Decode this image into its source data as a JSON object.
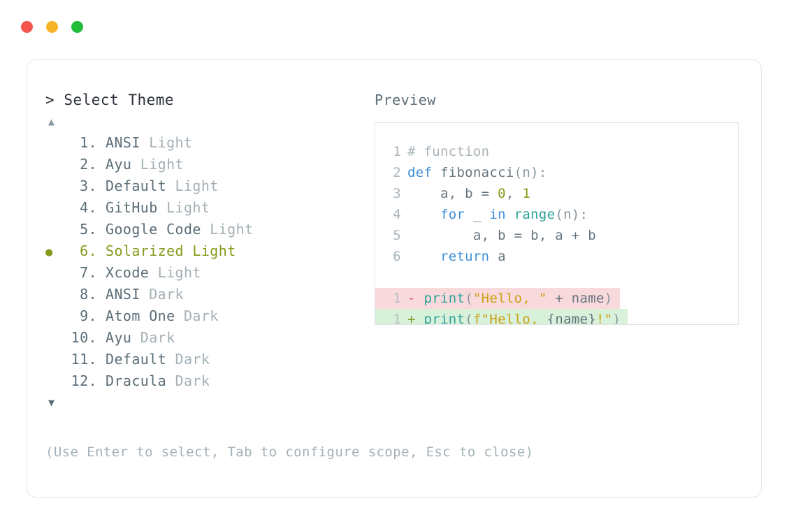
{
  "window": {
    "controls": [
      {
        "name": "close",
        "color": "#f4564f"
      },
      {
        "name": "minimize",
        "color": "#f5b426"
      },
      {
        "name": "maximize",
        "color": "#1fbd3a"
      }
    ]
  },
  "prompt": {
    "caret": ">",
    "title": "Select Theme"
  },
  "scroll": {
    "up_arrow": "▲",
    "down_arrow": "▼"
  },
  "theme_list": {
    "selected_index": 6,
    "selected_bullet": "●",
    "items": [
      {
        "index": "1.",
        "name": "ANSI",
        "variant": "Light",
        "selected": false
      },
      {
        "index": "2.",
        "name": "Ayu",
        "variant": "Light",
        "selected": false
      },
      {
        "index": "3.",
        "name": "Default",
        "variant": "Light",
        "selected": false
      },
      {
        "index": "4.",
        "name": "GitHub",
        "variant": "Light",
        "selected": false
      },
      {
        "index": "5.",
        "name": "Google Code",
        "variant": "Light",
        "selected": false
      },
      {
        "index": "6.",
        "name": "Solarized",
        "variant": "Light",
        "selected": true
      },
      {
        "index": "7.",
        "name": "Xcode",
        "variant": "Light",
        "selected": false
      },
      {
        "index": "8.",
        "name": "ANSI",
        "variant": "Dark",
        "selected": false
      },
      {
        "index": "9.",
        "name": "Atom One",
        "variant": "Dark",
        "selected": false
      },
      {
        "index": "10.",
        "name": "Ayu",
        "variant": "Dark",
        "selected": false
      },
      {
        "index": "11.",
        "name": "Default",
        "variant": "Dark",
        "selected": false
      },
      {
        "index": "12.",
        "name": "Dracula",
        "variant": "Dark",
        "selected": false
      }
    ]
  },
  "footer": {
    "hint": "(Use Enter to select, Tab to configure scope, Esc to close)"
  },
  "preview": {
    "label": "Preview",
    "code_lines": [
      {
        "n": "1",
        "tokens": [
          {
            "t": "# function",
            "c": "tok-comment"
          }
        ]
      },
      {
        "n": "2",
        "tokens": [
          {
            "t": "def ",
            "c": "tok-keyword"
          },
          {
            "t": "fibonacci",
            "c": "tok-plain"
          },
          {
            "t": "(n):",
            "c": "tok-punct"
          }
        ]
      },
      {
        "n": "3",
        "tokens": [
          {
            "t": "    a, b = ",
            "c": "tok-plain"
          },
          {
            "t": "0",
            "c": "tok-number"
          },
          {
            "t": ", ",
            "c": "tok-plain"
          },
          {
            "t": "1",
            "c": "tok-number"
          }
        ]
      },
      {
        "n": "4",
        "tokens": [
          {
            "t": "    ",
            "c": "tok-plain"
          },
          {
            "t": "for",
            "c": "tok-keyword"
          },
          {
            "t": " _ ",
            "c": "tok-plain"
          },
          {
            "t": "in",
            "c": "tok-keyword"
          },
          {
            "t": " ",
            "c": "tok-plain"
          },
          {
            "t": "range",
            "c": "tok-builtin"
          },
          {
            "t": "(n):",
            "c": "tok-punct"
          }
        ]
      },
      {
        "n": "5",
        "tokens": [
          {
            "t": "        a, b = b, a + b",
            "c": "tok-plain"
          }
        ]
      },
      {
        "n": "6",
        "tokens": [
          {
            "t": "    ",
            "c": "tok-plain"
          },
          {
            "t": "return",
            "c": "tok-keyword"
          },
          {
            "t": " a",
            "c": "tok-plain"
          }
        ]
      }
    ],
    "diff_lines": [
      {
        "n": "1",
        "mark": "-",
        "kind": "del",
        "tokens": [
          {
            "t": "print",
            "c": "tok-func"
          },
          {
            "t": "(",
            "c": "tok-punct"
          },
          {
            "t": "\"Hello, \"",
            "c": "tok-string"
          },
          {
            "t": " + name",
            "c": "tok-plain"
          },
          {
            "t": ")",
            "c": "tok-punct"
          }
        ]
      },
      {
        "n": "1",
        "mark": "+",
        "kind": "add",
        "tokens": [
          {
            "t": "print",
            "c": "tok-func"
          },
          {
            "t": "(",
            "c": "tok-punct"
          },
          {
            "t": "f\"Hello, ",
            "c": "tok-string"
          },
          {
            "t": "{name}",
            "c": "tok-plain"
          },
          {
            "t": "!\"",
            "c": "tok-string"
          },
          {
            "t": ")",
            "c": "tok-punct"
          }
        ]
      }
    ]
  }
}
